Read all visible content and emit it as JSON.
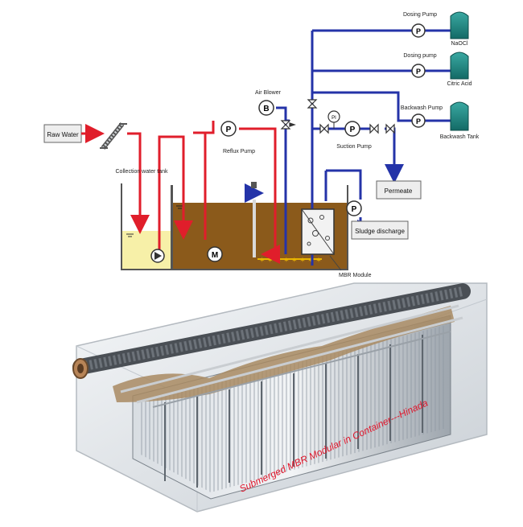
{
  "diagram": {
    "labels": {
      "raw_water": "Raw Water",
      "collection_tank": "Collection water tank",
      "reflux_pump": "Reflux Pump",
      "air_blower": "Air Blower",
      "suction_pump": "Suction Pump",
      "permeate": "Permeate",
      "sludge_discharge": "Sludge discharge",
      "mbr_module": "MBR Module",
      "dosing_pump_1": "Dosing Pump",
      "dosing_pump_2": "Dosing pump",
      "backwash_pump": "Backwash Pump",
      "naocl": "NaOCl",
      "citric_acid": "Citric Acid",
      "backwash_tank": "Backwash Tank"
    },
    "symbols": {
      "pump": "P",
      "blower": "B",
      "mixer": "M",
      "pressure_indicator": "PI"
    },
    "colors": {
      "raw_water_pipe": "#e01e2b",
      "air_permeate_pipe": "#2433a8",
      "sludge": "#8b5a1b",
      "clean_water": "#f7f0a8",
      "chemical_tank": "#1f8c86",
      "caption": "#e0162b"
    }
  },
  "photo": {
    "caption": "Submerged MBR Modular in Container---Hinada"
  }
}
